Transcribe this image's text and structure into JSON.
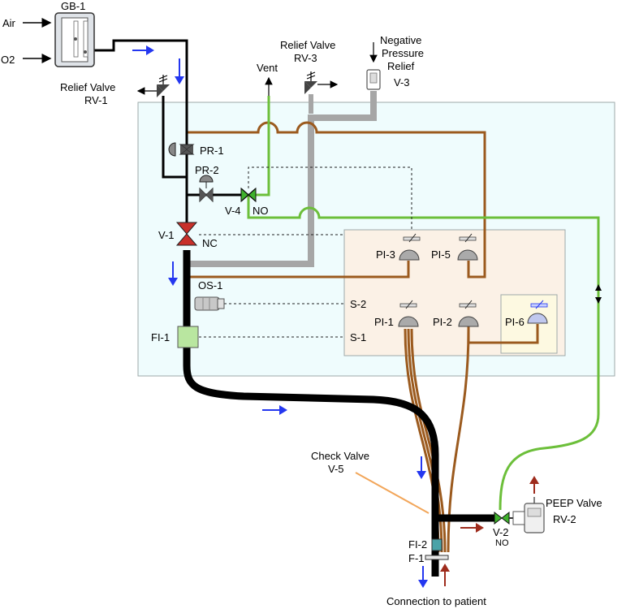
{
  "labels": {
    "air": "Air",
    "o2": "O2",
    "gb1": "GB-1",
    "relief_rv1_a": "Relief Valve",
    "relief_rv1_b": "RV-1",
    "relief_rv3_a": "Relief Valve",
    "relief_rv3_b": "RV-3",
    "vent": "Vent",
    "neg_a": "Negative",
    "neg_b": "Pressure",
    "neg_c": "Relief",
    "neg_d": "V-3",
    "pr1": "PR-1",
    "pr2": "PR-2",
    "v4": "V-4",
    "v4_no": "NO",
    "v1": "V-1",
    "v1_nc": "NC",
    "os1": "OS-1",
    "fi1": "FI-1",
    "pi3": "PI-3",
    "pi5": "PI-5",
    "s2": "S-2",
    "s1": "S-1",
    "pi1": "PI-1",
    "pi2": "PI-2",
    "pi6": "PI-6",
    "check_a": "Check Valve",
    "check_b": "V-5",
    "peep_a": "PEEP Valve",
    "peep_b": "RV-2",
    "v2": "V-2",
    "v2_no": "NO",
    "fi2": "FI-2",
    "f1": "F-1",
    "patient": "Connection to patient"
  },
  "colors": {
    "main_line": "#000000",
    "gray_line": "#a6a6a6",
    "brown_line": "#9b5a1e",
    "green_line": "#6cbf3a",
    "panel_fill": "#effcfd",
    "subpanel_fill": "#fbf1e6",
    "pi6_fill": "#fdf9e1",
    "blue_arrow": "#2437f0",
    "red_arrow": "#9e2b1c",
    "valve_red": "#c8302a",
    "valve_green": "#3fb22c"
  }
}
